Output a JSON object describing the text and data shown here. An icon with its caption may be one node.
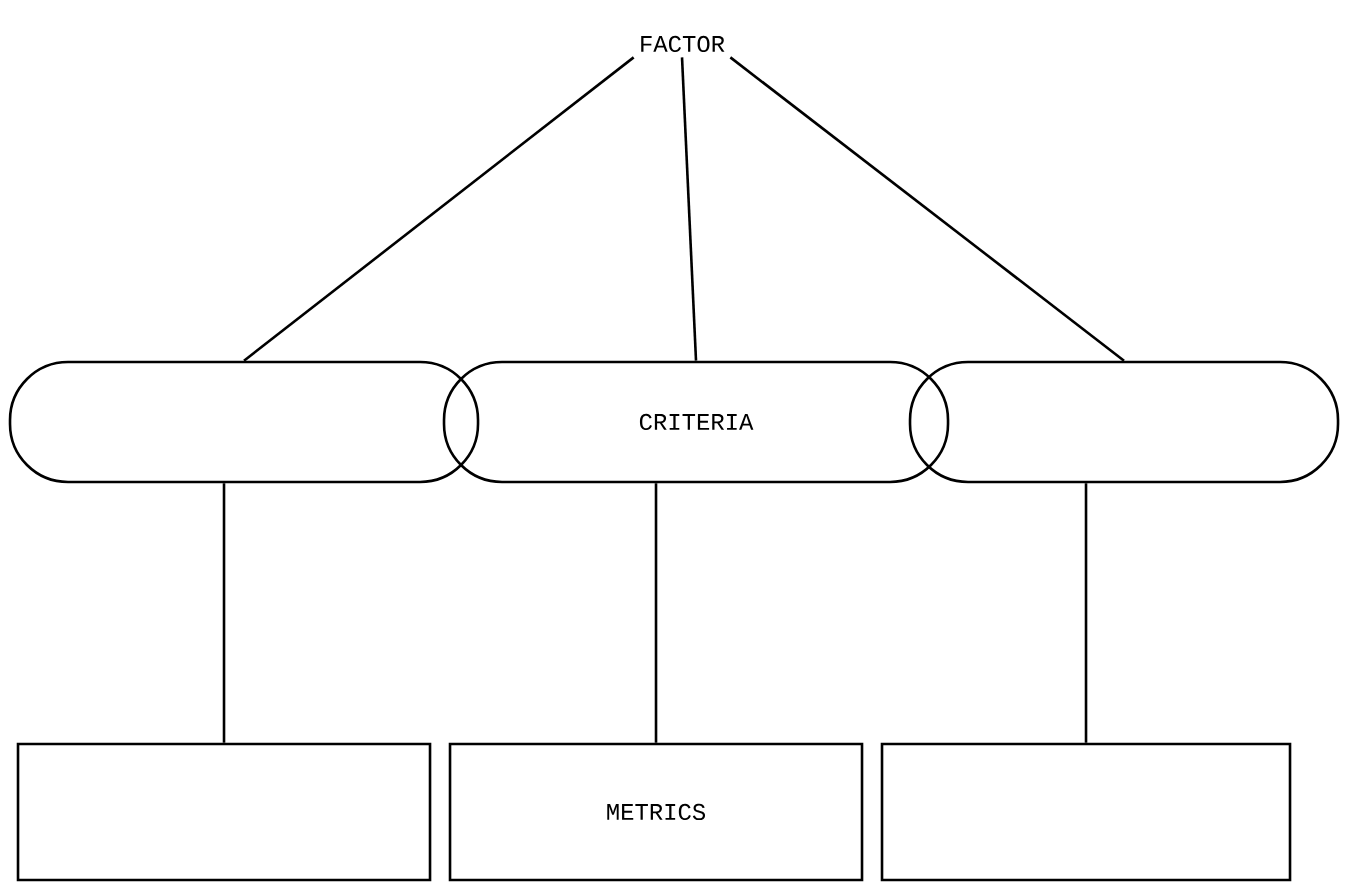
{
  "diagram": {
    "nodes": [
      {
        "text": [
          "FACTOR"
        ]
      },
      {
        "text": [],
        "shape": "capsule"
      },
      {
        "text": [
          "CRITERIA"
        ]
      },
      {
        "text": [],
        "shape": "capsule"
      },
      {
        "text": [],
        "shape": "box"
      },
      {
        "text": [
          "METRICS"
        ]
      },
      {
        "text": [],
        "shape": "box"
      }
    ],
    "edges": [
      {
        "from": 0,
        "to": 1,
        "arrow": "none"
      },
      {
        "from": 0,
        "to": 2,
        "arrow": "none"
      },
      {
        "from": 0,
        "to": 3,
        "arrow": "none"
      },
      {
        "from": 1,
        "to": 4,
        "arrow": "none"
      },
      {
        "from": 2,
        "to": 5,
        "arrow": "none"
      },
      {
        "from": 3,
        "to": 6,
        "arrow": "none"
      }
    ]
  }
}
